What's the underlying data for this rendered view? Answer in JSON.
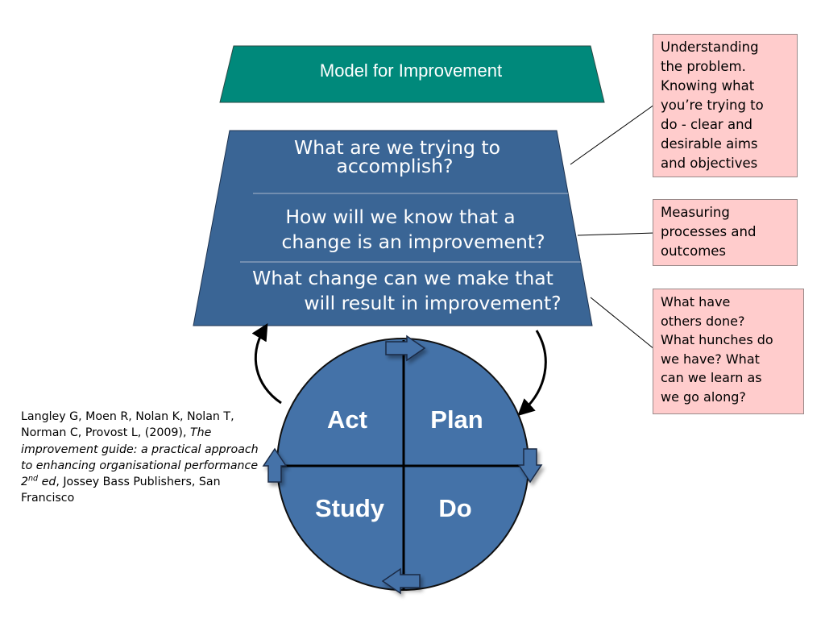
{
  "header": {
    "title": "Model for Improvement",
    "fill": "#00897b",
    "text_color": "#ffffff"
  },
  "questions": {
    "fill": "#3a6595",
    "text_color": "#ffffff",
    "q1": [
      "What are we trying to",
      "accomplish?"
    ],
    "q2": [
      "How will we know that a",
      "change is an improvement?"
    ],
    "q3": [
      "What change can we make that",
      "will result in improvement?"
    ]
  },
  "notes": [
    "Understanding\nthe problem.\nKnowing what\nyou’re trying to\ndo - clear and\ndesirable aims\nand objectives",
    "Measuring\nprocesses and\noutcomes",
    "What have\nothers done?\nWhat hunches do\nwe have?  What\ncan we learn as\nwe go along?"
  ],
  "note_fill": "#ffcccc",
  "cycle": {
    "fill": "#4472a8",
    "quadrants": {
      "act": "Act",
      "plan": "Plan",
      "study": "Study",
      "do": "Do"
    }
  },
  "citation": {
    "part1": "Langley G, Moen R, Nolan K, Nolan T, Norman C, Provost L, (2009), ",
    "italic1": "The improvement guide: a practical approach to  enhancing organisational performance 2",
    "sup": "nd",
    "italic2": " ed",
    "part2": ", Jossey Bass Publishers, San Francisco"
  }
}
